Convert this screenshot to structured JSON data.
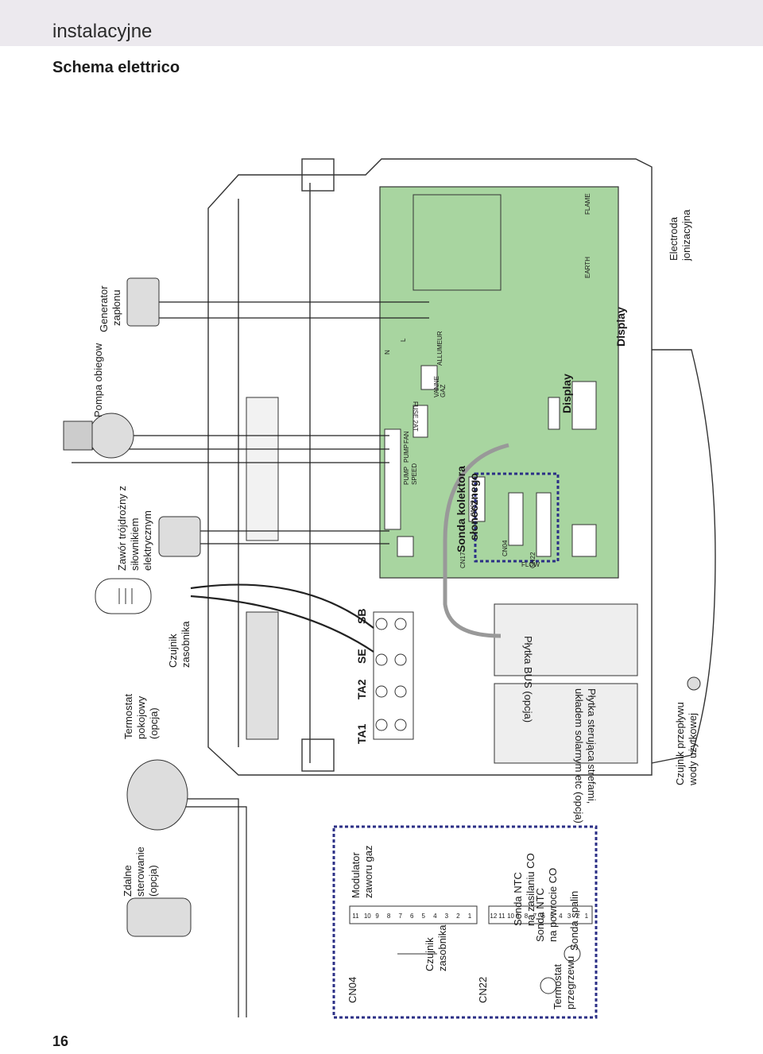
{
  "page": {
    "section_title": "instalacyjne",
    "diagram_title": "Schema elettrico",
    "page_number": "16"
  },
  "labels": {
    "generator": [
      "Generator",
      "zapłonu"
    ],
    "pump": "Pompa obiegow",
    "valve": [
      "Zawór trójdrożny z",
      "siłownikiem",
      "elektrycznym"
    ],
    "tank_sensor": [
      "Czujnik",
      "zasobnika"
    ],
    "thermostat": [
      "Termostat",
      "pokojowy",
      "(opcja)"
    ],
    "remote": [
      "Zdalne",
      "sterowanie",
      "(opcja)"
    ],
    "flow_sensor": [
      "Czujnik przepływu",
      "wody użytkowej"
    ],
    "electrode": [
      "Electroda",
      "jonizacyjna"
    ],
    "display_main": "Display",
    "display_right": "Display",
    "solar_sensor": [
      "Sonda kolektora",
      "słonecznego"
    ],
    "bus_board": "Płytka BUS (opcja)",
    "zone_board": [
      "Płytka sterująca strefami,",
      "układem solarnym etc (opcja)"
    ],
    "modulator": [
      "Modulator",
      "zaworu gaz"
    ],
    "tank_sensor_2": [
      "Czujnik",
      "zasobnika"
    ],
    "ntc_supply": [
      "Sonda NTC",
      "na zasilaniu CO"
    ],
    "ntc_return": [
      "Sonda NTC",
      "na powrocie CO"
    ],
    "flue_sensor": "Sonda spalin",
    "overheat": [
      "Termostat",
      "przegrzewu"
    ]
  },
  "terminals": {
    "ta1": "TA1",
    "ta2": "TA2",
    "se": "SE",
    "sb": "SB"
  },
  "board": {
    "fuse": "FUSE 2AT",
    "pump_speed": [
      "PUMP",
      "SPEED"
    ],
    "pump": "PUMP",
    "fan": "FAN",
    "l": "L",
    "n": "N",
    "vanne": [
      "VANNE",
      "GAZ"
    ],
    "allumeur": "ALLUMEUR",
    "earth": "EARTH",
    "flame": "FLAME",
    "flow": "FLOW",
    "cn17": "CN17",
    "cn27": "CN27",
    "cn04": "CN04",
    "cn22": "CN22"
  },
  "inset": {
    "cn04": "CN04",
    "cn04_pins": [
      "11",
      "10",
      "9",
      "8",
      "7",
      "6",
      "5",
      "4",
      "3",
      "2",
      "1"
    ],
    "cn22": "CN22",
    "cn22_pins": [
      "12",
      "11",
      "10",
      "9",
      "8",
      "7",
      "6",
      "5",
      "4",
      "3",
      "2",
      "1"
    ]
  },
  "colors": {
    "board": "#a8d5a0",
    "bus": "#2b2f86",
    "header": "#ece9ee"
  }
}
